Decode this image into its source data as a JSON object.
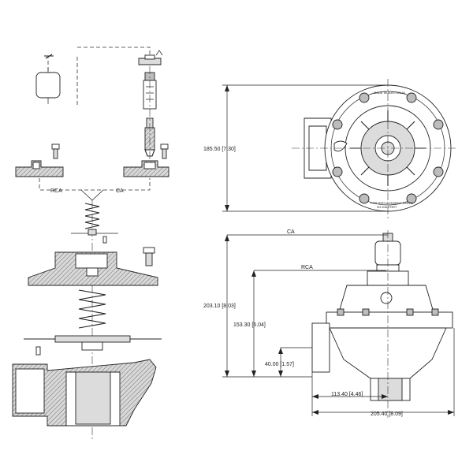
{
  "labels": {
    "rca_left": "RCA",
    "ca_left": "CA",
    "ca_top": "CA",
    "rca_top": "RCA"
  },
  "dimensions": {
    "top_height": "185.50 [7.30]",
    "total_height": "203.10 [8.03]",
    "rca_height": "153.30 [6.04]",
    "port_height": "40.00 [1.57]",
    "port_offset": "113.40 [4.46]",
    "overall_width": "205.40 [8.09]"
  },
  "plate_text": {
    "line1": "MADE IN AUSTRALIA",
    "line2": "FOR REPLACEMENT PARTS",
    "line3": "3/4 DIA PORT"
  }
}
